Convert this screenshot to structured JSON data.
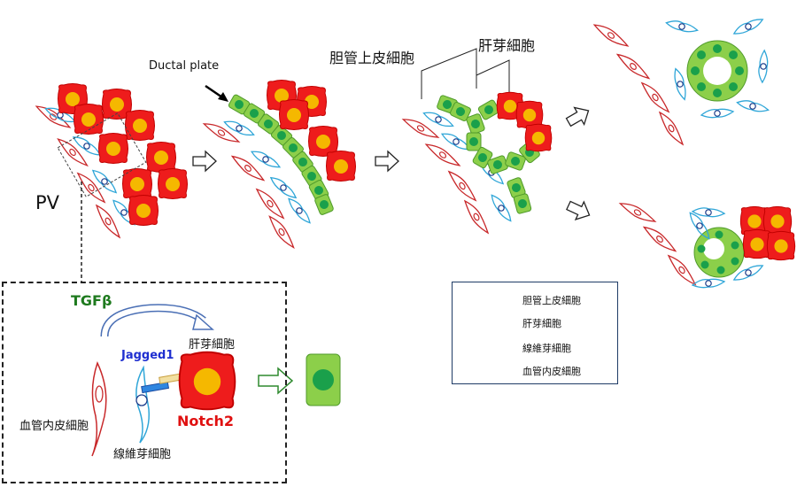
{
  "labels": {
    "ductal_plate": "Ductal plate",
    "pv": "PV",
    "bile_duct_header": "胆管上皮細胞",
    "hepatoblast_header": "肝芽細胞",
    "tgfb": "TGFβ",
    "jagged1": "Jagged1",
    "notch2": "Notch2",
    "inset_hepatoblast": "肝芽細胞",
    "inset_endothelial": "血管内皮細胞",
    "inset_fibroblast": "線維芽細胞"
  },
  "legend": {
    "items": [
      {
        "label": "胆管上皮細胞",
        "icon": "green-cell-icon"
      },
      {
        "label": "肝芽細胞",
        "icon": "red-cell-icon"
      },
      {
        "label": "線維芽細胞",
        "icon": "fibroblast-icon"
      },
      {
        "label": "血管内皮細胞",
        "icon": "endothelial-icon"
      }
    ]
  },
  "colors": {
    "hepatoblast_red": "#ee1c1c",
    "nucleus_orange": "#f5b800",
    "biliary_green": "#8ccf4a",
    "nucleus_green": "#1aa04b",
    "fibroblast_blue": "#2fa6d8",
    "endothelial_red": "#c8282a",
    "tgfb_green": "#1e7a1e",
    "jagged_blue": "#1f2fd0",
    "notch_red": "#e01010"
  }
}
